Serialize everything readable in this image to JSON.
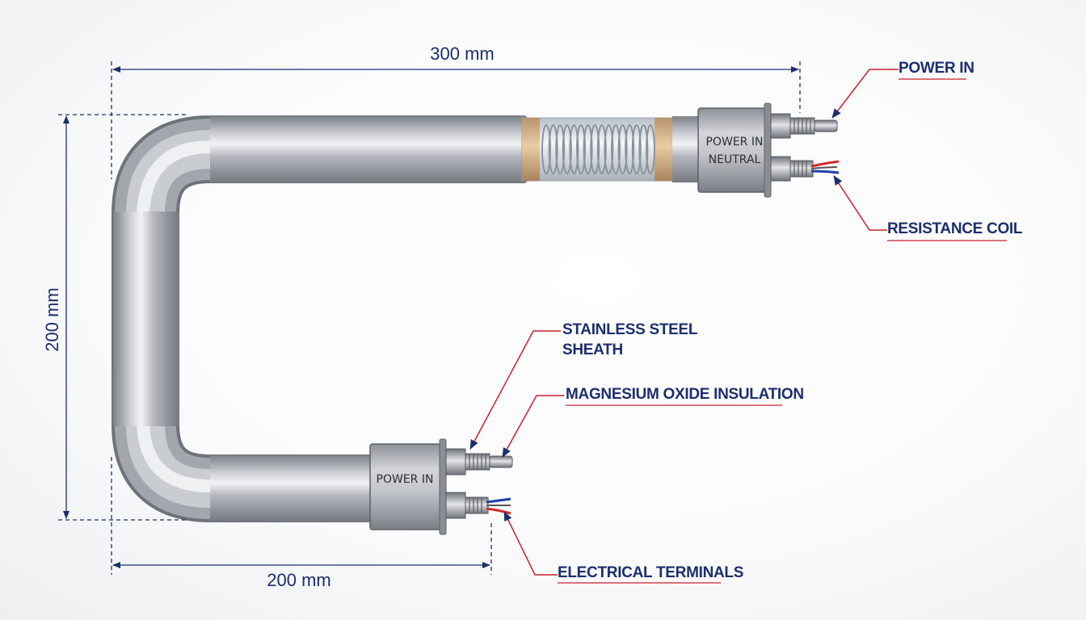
{
  "dimensions": {
    "top_length": "300 mm",
    "height": "200 mm",
    "bottom_length": "200 mm"
  },
  "callouts": {
    "power_in": "POWER IN",
    "resistance_coil": "RESISTANCE COIL",
    "stainless_steel_sheath": [
      "STAINLESS STEEL",
      "SHEATH"
    ],
    "magnesium_oxide_insulation": "MAGNESIUM OXIDE INSULATION",
    "electrical_terminals": "ELECTRICAL TERMINALS"
  },
  "terminal_boxes": {
    "top": [
      "POWER IN",
      "NEUTRAL"
    ],
    "bottom": "POWER IN"
  },
  "colors": {
    "dimension": "#1c2f6e",
    "leader": "#c8202d",
    "underline": "#c8202d",
    "tube": "#a7abb1",
    "wire_red": "#d32a2a",
    "wire_blue": "#1f3fa8"
  }
}
